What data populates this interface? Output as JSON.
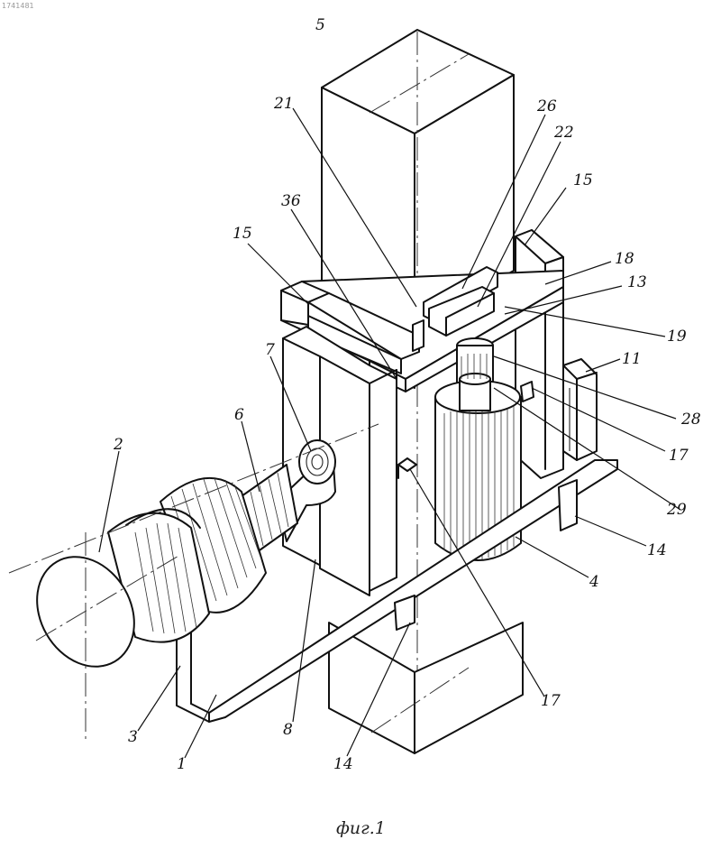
{
  "corner_code": "1741481",
  "caption": "фиг.1",
  "labels": {
    "l5": "5",
    "l21": "21",
    "l26": "26",
    "l22": "22",
    "l36": "36",
    "l15a": "15",
    "l15b": "15",
    "l18": "18",
    "l13": "13",
    "l19": "19",
    "l11": "11",
    "l28": "28",
    "l17a": "17",
    "l29": "29",
    "l14a": "14",
    "l4": "4",
    "l17b": "17",
    "l14b": "14",
    "l8": "8",
    "l1": "1",
    "l3": "3",
    "l2": "2",
    "l6": "6",
    "l7": "7"
  }
}
